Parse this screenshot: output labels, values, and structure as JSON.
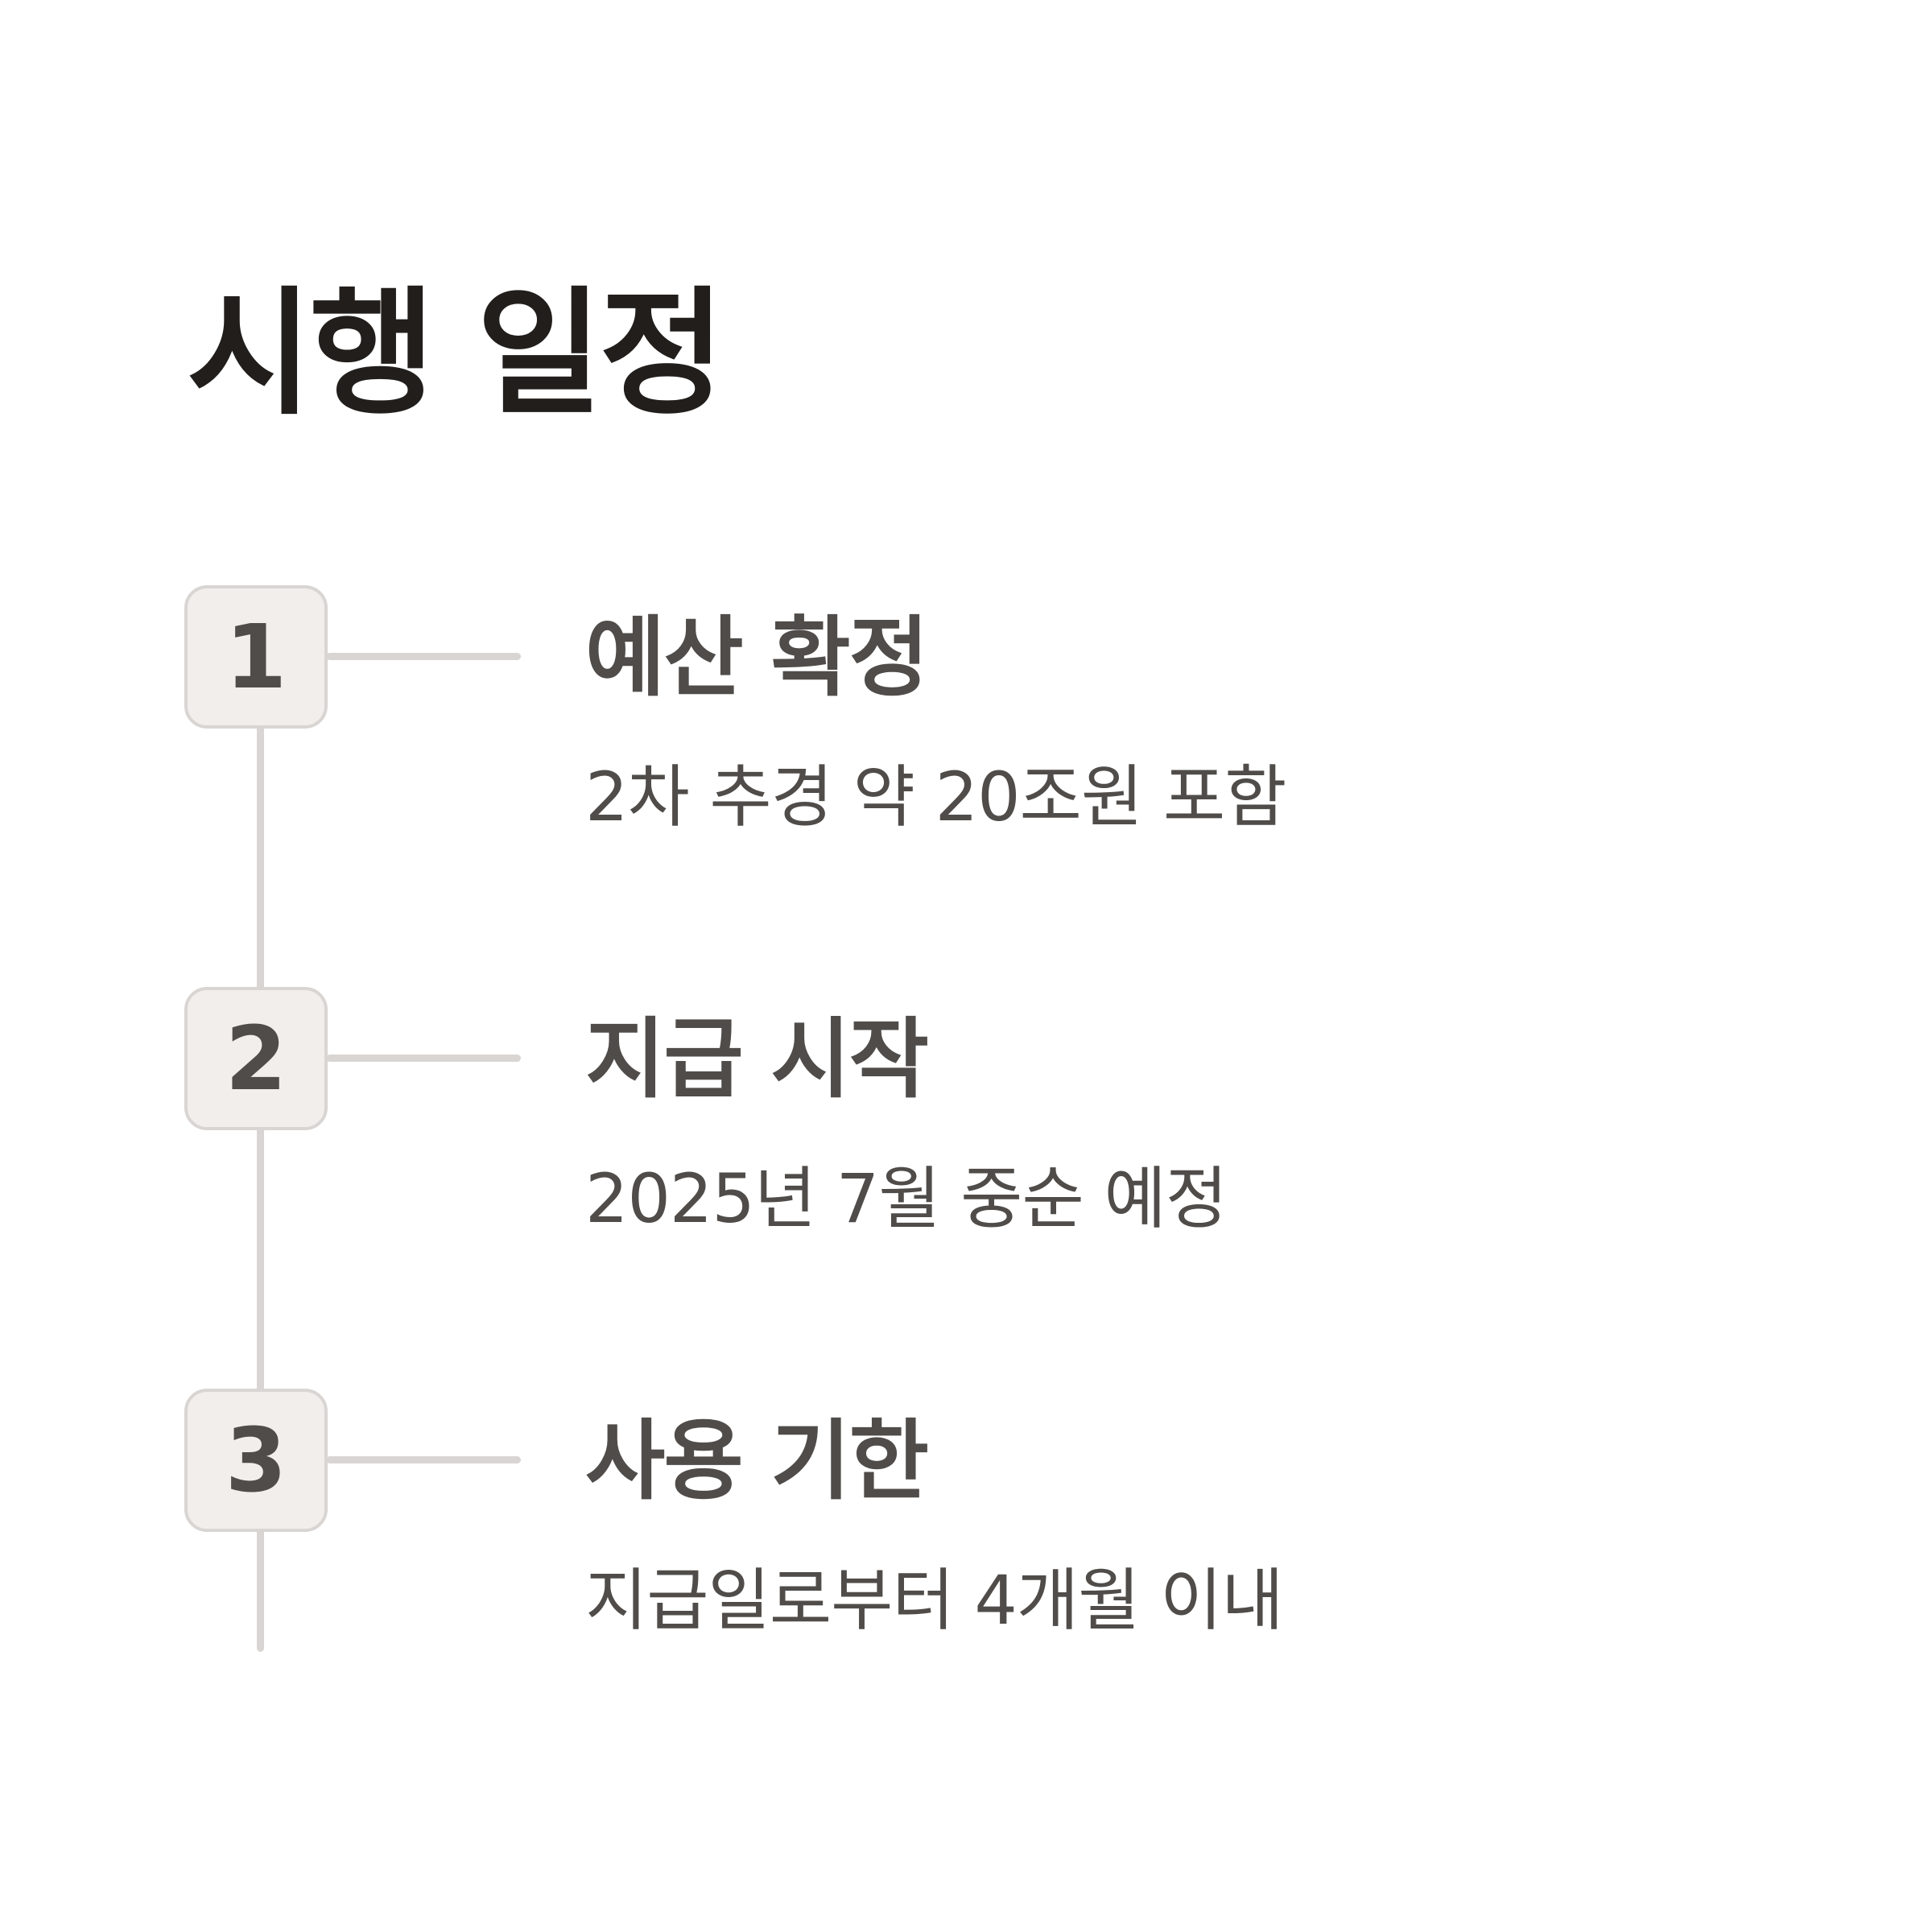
{
  "page_title": "시행 일정",
  "steps": [
    {
      "number": "1",
      "title": "예산 확정",
      "description": "2차 추경 약 20조원 포함"
    },
    {
      "number": "2",
      "title": "지급 시작",
      "description": "2025년 7월 중순 예정"
    },
    {
      "number": "3",
      "title": "사용 기한",
      "description": "지급일로부터 4개월 이내"
    }
  ],
  "colors": {
    "title": "#211e1c",
    "text": "#4f4c4a",
    "line": "#d9d5d3",
    "box_fill": "#f1eeec"
  }
}
